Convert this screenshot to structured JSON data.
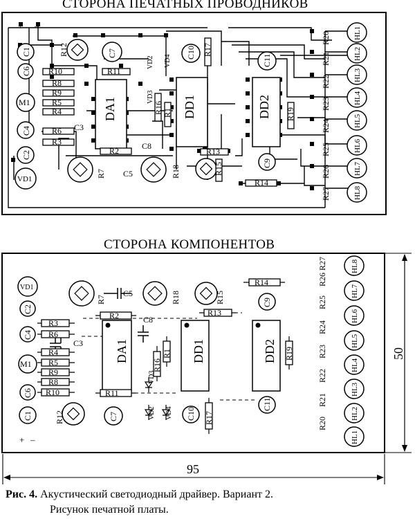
{
  "top_title": "СТОРОНА ПЕЧАТНЫХ ПРОВОДНИКОВ",
  "bottom_title": "СТОРОНА КОМПОНЕНТОВ",
  "dimensions": {
    "width": "95",
    "height": "50"
  },
  "caption": {
    "fig_label": "Рис. 4.",
    "line1": " Акустический светодиодный драйвер. Вариант 2.",
    "line2": "Рисунок печатной платы."
  },
  "polarity": {
    "plus": "+",
    "minus": "–"
  },
  "ics": {
    "da1": "DA1",
    "dd1": "DD1",
    "dd2": "DD2"
  },
  "resistors": {
    "r1": "R1",
    "r2": "R2",
    "r3": "R3",
    "r4": "R4",
    "r5": "R5",
    "r6": "R6",
    "r8": "R8",
    "r9": "R9",
    "r10": "R10",
    "r11": "R11",
    "r13": "R13",
    "r14": "R14",
    "r16": "R16",
    "r17": "R17",
    "r19": "R19"
  },
  "trimmers": {
    "r7": "R7",
    "r12": "R12",
    "r15": "R15",
    "r18": "R18"
  },
  "capacitors": {
    "c1": "C1",
    "c2": "C2",
    "c3": "C3",
    "c4": "C4",
    "c5": "C5",
    "c6": "C6",
    "c7": "C7",
    "c8": "C8",
    "c9": "C9",
    "c10": "C10",
    "c11": "C11"
  },
  "diodes": {
    "vd1": "VD1",
    "vd2": "VD2",
    "vd3": "VD3",
    "vd4": "VD4"
  },
  "mic": "M1",
  "led_resistors": [
    "R20",
    "R21",
    "R22",
    "R23",
    "R24",
    "R25",
    "R26",
    "R27"
  ],
  "leds": [
    "HL1",
    "HL2",
    "HL3",
    "HL4",
    "HL5",
    "HL6",
    "HL7",
    "HL8"
  ]
}
